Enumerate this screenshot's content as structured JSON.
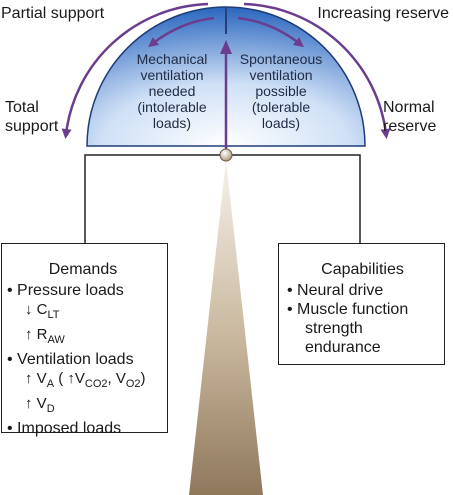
{
  "labels": {
    "partial_support": "Partial support",
    "increasing_reserve": "Increasing reserve",
    "total_support_line1": "Total",
    "total_support_line2": "support",
    "normal_reserve_line1": "Normal",
    "normal_reserve_line2": "reserve"
  },
  "dome": {
    "left": [
      "Mechanical",
      "ventilation",
      "needed",
      "(intolerable",
      "loads)"
    ],
    "right": [
      "Spontaneous",
      "ventilation",
      "possible",
      "(tolerable",
      "loads)"
    ]
  },
  "demands": {
    "title": "Demands",
    "pressure_loads": "• Pressure loads",
    "c_lt": "↓ C",
    "c_lt_sub": "LT",
    "r_aw": "↑ R",
    "r_aw_sub": "AW",
    "ventilation_loads": "• Ventilation loads",
    "va_prefix": "↑ V",
    "va_sub": "A",
    "va_paren_open": " ( ↑V",
    "vco2_sub": "CO2",
    "vo2_mid": ", V",
    "vo2_sub": "O2",
    "va_paren_close": ")",
    "vd_prefix": "↑ V",
    "vd_sub": "D",
    "imposed_loads": "• Imposed loads"
  },
  "capabilities": {
    "title": "Capabilities",
    "neural_drive": "• Neural drive",
    "muscle_function": "• Muscle function",
    "strength": "strength",
    "endurance": "endurance"
  },
  "colors": {
    "dome_light": "#f2f7fd",
    "dome_dark": "#2a66bf",
    "arc_purple": "#6a3d8f",
    "fulcrum_top": "#f3eee6",
    "fulcrum_bottom": "#9b8466",
    "line": "#222222"
  }
}
